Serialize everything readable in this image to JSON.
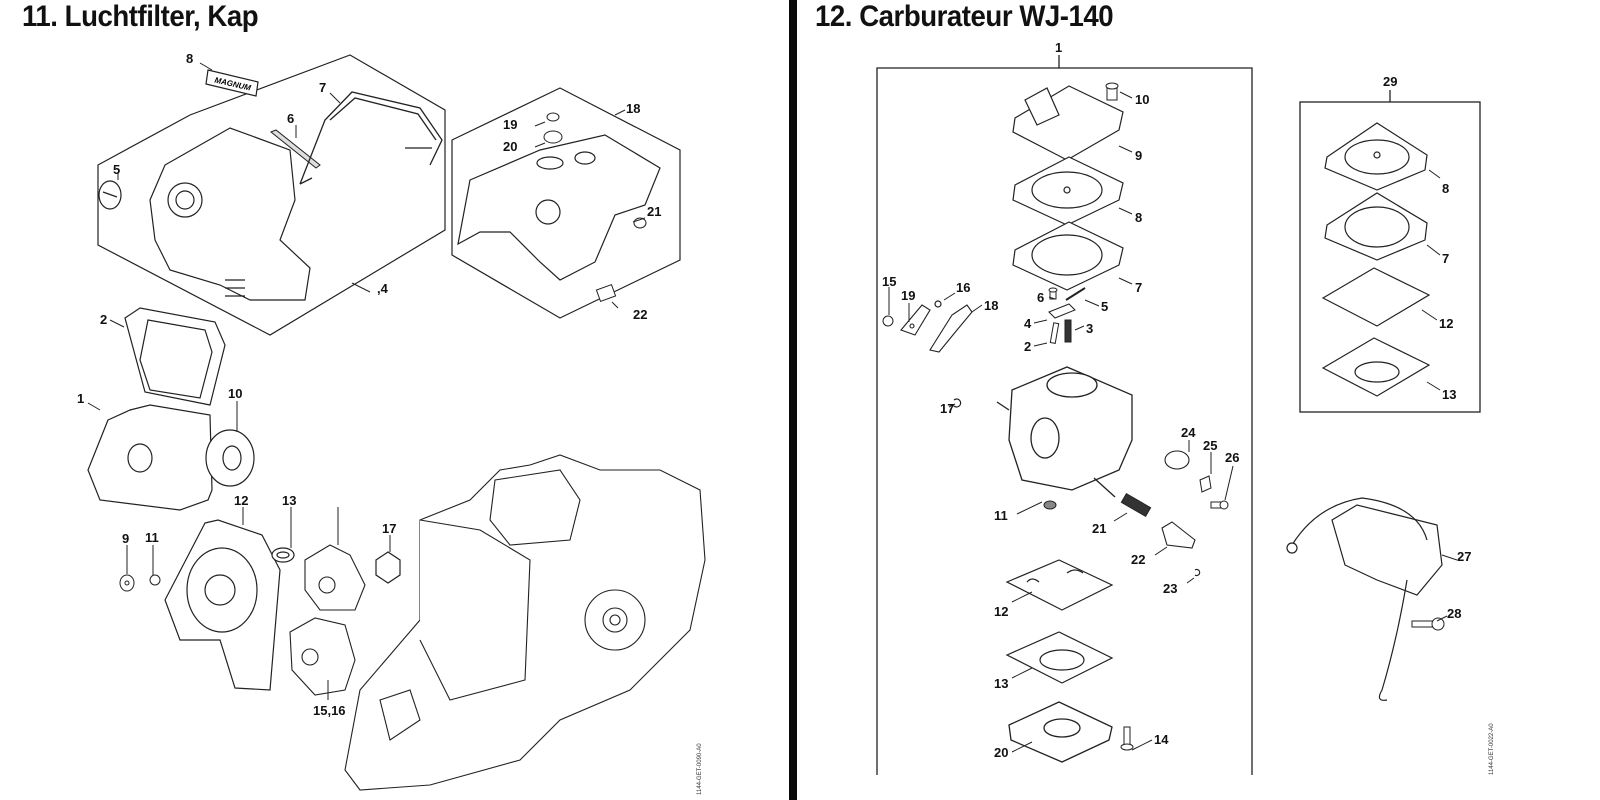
{
  "left_panel": {
    "title": "11. Luchtfilter, Kap",
    "figure_code": "1144-GET-0090-A0",
    "callouts": {
      "c8": "8",
      "c7": "7",
      "c6": "6",
      "c5": "5",
      "c4": ",4",
      "c18": "18",
      "c19": "19",
      "c20": "20",
      "c21": "21",
      "c22": "22",
      "c2": "2",
      "c1": "1",
      "c10": "10",
      "c9": "9",
      "c11": "11",
      "c12": "12",
      "c13": "13",
      "c17": "17",
      "c1516": "15,16"
    },
    "decal_text": "MAGNUM"
  },
  "right_panel": {
    "title": "12. Carburateur WJ-140",
    "figure_code": "1144-GET-0022-A0",
    "group_callouts": {
      "g1": "1",
      "g29": "29"
    },
    "callouts": {
      "c10": "10",
      "c9": "9",
      "c8": "8",
      "c7": "7",
      "c6": "6",
      "c5": "5",
      "c4": "4",
      "c3": "3",
      "c2": "2",
      "c15": "15",
      "c19": "19",
      "c16": "16",
      "c18": "18",
      "c17": "17",
      "c24": "24",
      "c25": "25",
      "c26": "26",
      "c11": "11",
      "c21": "21",
      "c22": "22",
      "c23": "23",
      "c12": "12",
      "c13": "13",
      "c20": "20",
      "c14": "14"
    },
    "kit_callouts": {
      "k8": "8",
      "k7": "7",
      "k12": "12",
      "k13": "13"
    },
    "harness_callouts": {
      "c27": "27",
      "c28": "28"
    }
  }
}
